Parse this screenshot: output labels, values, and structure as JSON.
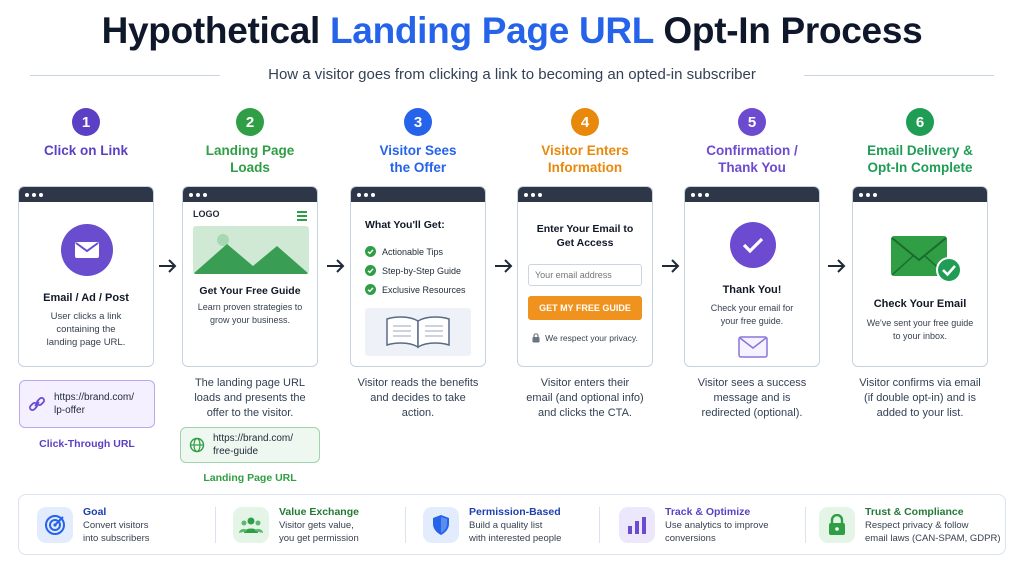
{
  "title": {
    "part1": "Hypothetical",
    "highlight": "Landing Page URL",
    "part2": "Opt-In Process"
  },
  "subtitle": "How a visitor goes from clicking a link to becoming an opted-in subscriber",
  "colors": {
    "purple": "#5b3fc4",
    "green": "#2f9e44",
    "blue": "#2563eb",
    "orange": "#e8890c",
    "violet": "#6d4bd1",
    "teal": "#1f9d55"
  },
  "steps": [
    {
      "num": "1",
      "label1": "Click on Link",
      "label2": "",
      "card_title": "Email / Ad / Post",
      "card_text": [
        "User clicks a link",
        "containing the",
        "landing page URL."
      ]
    },
    {
      "num": "2",
      "label1": "Landing Page",
      "label2": "Loads",
      "card_logo": "LOGO",
      "card_title": "Get Your Free Guide",
      "card_text": [
        "Learn proven strategies to",
        "grow your business."
      ],
      "desc": [
        "The landing page URL",
        "loads and presents the",
        "offer to the visitor."
      ]
    },
    {
      "num": "3",
      "label1": "Visitor Sees",
      "label2": "the Offer",
      "card_title": "What You'll Get:",
      "benefits": [
        "Actionable Tips",
        "Step-by-Step Guide",
        "Exclusive Resources"
      ],
      "desc": [
        "Visitor reads the benefits",
        "and decides to take",
        "action."
      ]
    },
    {
      "num": "4",
      "label1": "Visitor Enters",
      "label2": "Information",
      "card_title": [
        "Enter Your Email to",
        "Get Access"
      ],
      "placeholder": "Your email address",
      "cta": "GET MY FREE GUIDE",
      "privacy": "We respect your privacy.",
      "desc": [
        "Visitor enters their",
        "email (and optional info)",
        "and clicks the CTA."
      ]
    },
    {
      "num": "5",
      "label1": "Confirmation /",
      "label2": "Thank You",
      "card_title": "Thank You!",
      "card_text": [
        "Check your email for",
        "your free guide."
      ],
      "desc": [
        "Visitor sees a success",
        "message and is",
        "redirected (optional)."
      ]
    },
    {
      "num": "6",
      "label1": "Email Delivery &",
      "label2": "Opt-In Complete",
      "card_title": "Check Your Email",
      "card_text": [
        "We've sent your free guide",
        "to your inbox."
      ],
      "desc": [
        "Visitor confirms via email",
        "(if double opt-in) and is",
        "added to your list."
      ]
    }
  ],
  "click_url": {
    "line1": "https://brand.com/",
    "line2": "lp-offer",
    "caption": "Click-Through URL"
  },
  "landing_url": {
    "line1": "https://brand.com/",
    "line2": "free-guide",
    "caption": "Landing Page URL"
  },
  "footer": [
    {
      "title": "Goal",
      "line1": "Convert visitors",
      "line2": "into subscribers",
      "icon": "target-icon"
    },
    {
      "title": "Value Exchange",
      "line1": "Visitor gets value,",
      "line2": "you get permission",
      "icon": "users-icon"
    },
    {
      "title": "Permission-Based",
      "line1": "Build a quality list",
      "line2": "with interested people",
      "icon": "shield-icon"
    },
    {
      "title": "Track & Optimize",
      "line1": "Use analytics to improve",
      "line2": "conversions",
      "icon": "bar-chart-icon"
    },
    {
      "title": "Trust & Compliance",
      "line1": "Respect privacy & follow",
      "line2": "email laws (CAN-SPAM, GDPR)",
      "icon": "lock-icon"
    }
  ]
}
